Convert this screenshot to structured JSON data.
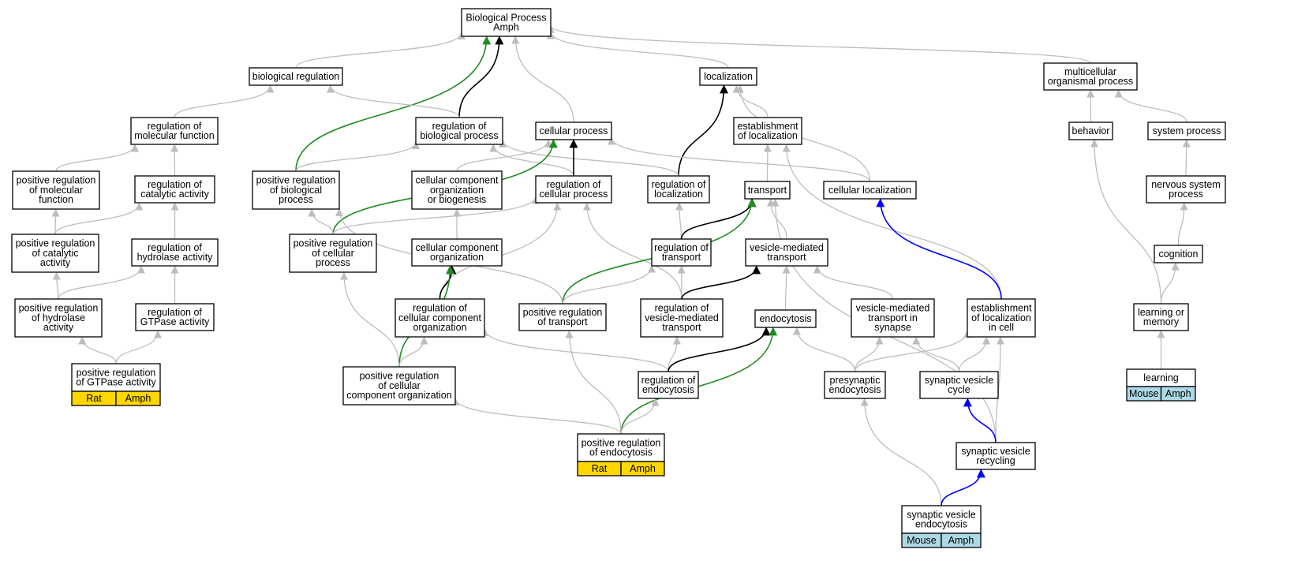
{
  "colors": {
    "is_a_edge": "#bdbdbd",
    "direct_edge": "#000000",
    "positive_edge": "#228b22",
    "member_edge": "#0000ff",
    "rat_tag": "#ffd700",
    "mouse_tag": "#add8e6",
    "amph_gold_tag": "#ffd700",
    "amph_blue_tag": "#add8e6"
  },
  "nodes": [
    {
      "id": "bp",
      "lines": [
        "Biological Process",
        "Amph"
      ]
    },
    {
      "id": "breg",
      "lines": [
        "biological regulation"
      ]
    },
    {
      "id": "loc",
      "lines": [
        "localization"
      ]
    },
    {
      "id": "mop",
      "lines": [
        "multicellular",
        "organismal process"
      ]
    },
    {
      "id": "rmf",
      "lines": [
        "regulation of",
        "molecular function"
      ]
    },
    {
      "id": "rbp",
      "lines": [
        "regulation of",
        "biological process"
      ]
    },
    {
      "id": "cp",
      "lines": [
        "cellular process"
      ]
    },
    {
      "id": "eol",
      "lines": [
        "establishment",
        "of localization"
      ]
    },
    {
      "id": "beh",
      "lines": [
        "behavior"
      ]
    },
    {
      "id": "sp",
      "lines": [
        "system process"
      ]
    },
    {
      "id": "prmf",
      "lines": [
        "positive regulation",
        "of molecular",
        "function"
      ]
    },
    {
      "id": "rca",
      "lines": [
        "regulation of",
        "catalytic activity"
      ]
    },
    {
      "id": "prbp",
      "lines": [
        "positive regulation",
        "of biological",
        "process"
      ]
    },
    {
      "id": "ccob",
      "lines": [
        "cellular component",
        "organization",
        "or biogenesis"
      ]
    },
    {
      "id": "rcp",
      "lines": [
        "regulation of",
        "cellular process"
      ]
    },
    {
      "id": "rloc",
      "lines": [
        "regulation of",
        "localization"
      ]
    },
    {
      "id": "tr",
      "lines": [
        "transport"
      ]
    },
    {
      "id": "cl",
      "lines": [
        "cellular localization"
      ]
    },
    {
      "id": "nsp",
      "lines": [
        "nervous system",
        "process"
      ]
    },
    {
      "id": "prca",
      "lines": [
        "positive regulation",
        "of catalytic",
        "activity"
      ]
    },
    {
      "id": "rha",
      "lines": [
        "regulation of",
        "hydrolase activity"
      ]
    },
    {
      "id": "prcp",
      "lines": [
        "positive regulation",
        "of cellular",
        "process"
      ]
    },
    {
      "id": "cco",
      "lines": [
        "cellular component",
        "organization"
      ]
    },
    {
      "id": "rtr",
      "lines": [
        "regulation of",
        "transport"
      ]
    },
    {
      "id": "vmt",
      "lines": [
        "vesicle-mediated",
        "transport"
      ]
    },
    {
      "id": "cog",
      "lines": [
        "cognition"
      ]
    },
    {
      "id": "prha",
      "lines": [
        "positive regulation",
        "of hydrolase",
        "activity"
      ]
    },
    {
      "id": "rga",
      "lines": [
        "regulation of",
        "GTPase activity"
      ]
    },
    {
      "id": "rcco",
      "lines": [
        "regulation of",
        "cellular component",
        "organization"
      ]
    },
    {
      "id": "prt",
      "lines": [
        "positive regulation",
        "of transport"
      ]
    },
    {
      "id": "rvmt",
      "lines": [
        "regulation of",
        "vesicle-mediated",
        "transport"
      ]
    },
    {
      "id": "endo",
      "lines": [
        "endocytosis"
      ]
    },
    {
      "id": "vmts",
      "lines": [
        "vesicle-mediated",
        "transport in",
        "synapse"
      ]
    },
    {
      "id": "eolc",
      "lines": [
        "establishment",
        "of localization",
        "in cell"
      ]
    },
    {
      "id": "lom",
      "lines": [
        "learning or",
        "memory"
      ]
    },
    {
      "id": "prga",
      "lines": [
        "positive regulation",
        "of GTPase activity"
      ],
      "tags": [
        {
          "text": "Rat",
          "color": "#ffd700"
        },
        {
          "text": "Amph",
          "color": "#ffd700"
        }
      ]
    },
    {
      "id": "prcco",
      "lines": [
        "positive regulation",
        "of cellular",
        "component organization"
      ]
    },
    {
      "id": "rend",
      "lines": [
        "regulation of",
        "endocytosis"
      ]
    },
    {
      "id": "pend",
      "lines": [
        "presynaptic",
        "endocytosis"
      ]
    },
    {
      "id": "svc",
      "lines": [
        "synaptic vesicle",
        "cycle"
      ]
    },
    {
      "id": "lrn",
      "lines": [
        "learning"
      ],
      "tags": [
        {
          "text": "Mouse",
          "color": "#add8e6"
        },
        {
          "text": "Amph",
          "color": "#add8e6"
        }
      ]
    },
    {
      "id": "pre",
      "lines": [
        "positive regulation",
        "of endocytosis"
      ],
      "tags": [
        {
          "text": "Rat",
          "color": "#ffd700"
        },
        {
          "text": "Amph",
          "color": "#ffd700"
        }
      ]
    },
    {
      "id": "svr",
      "lines": [
        "synaptic vesicle",
        "recycling"
      ]
    },
    {
      "id": "sve",
      "lines": [
        "synaptic vesicle",
        "endocytosis"
      ],
      "tags": [
        {
          "text": "Mouse",
          "color": "#add8e6"
        },
        {
          "text": "Amph",
          "color": "#add8e6"
        }
      ]
    }
  ],
  "edges": [
    {
      "from": "breg",
      "to": "bp",
      "kind": "gray"
    },
    {
      "from": "loc",
      "to": "bp",
      "kind": "gray"
    },
    {
      "from": "mop",
      "to": "bp",
      "kind": "gray"
    },
    {
      "from": "cp",
      "to": "bp",
      "kind": "gray"
    },
    {
      "from": "rbp",
      "to": "bp",
      "kind": "black"
    },
    {
      "from": "prbp",
      "to": "bp",
      "kind": "green"
    },
    {
      "from": "rmf",
      "to": "breg",
      "kind": "gray"
    },
    {
      "from": "rbp",
      "to": "breg",
      "kind": "gray"
    },
    {
      "from": "eol",
      "to": "loc",
      "kind": "gray"
    },
    {
      "from": "cl",
      "to": "loc",
      "kind": "gray"
    },
    {
      "from": "rloc",
      "to": "loc",
      "kind": "black"
    },
    {
      "from": "beh",
      "to": "mop",
      "kind": "gray"
    },
    {
      "from": "sp",
      "to": "mop",
      "kind": "gray"
    },
    {
      "from": "prmf",
      "to": "rmf",
      "kind": "gray"
    },
    {
      "from": "rca",
      "to": "rmf",
      "kind": "gray"
    },
    {
      "from": "prbp",
      "to": "rbp",
      "kind": "gray"
    },
    {
      "from": "rcp",
      "to": "rbp",
      "kind": "gray"
    },
    {
      "from": "rloc",
      "to": "rbp",
      "kind": "gray"
    },
    {
      "from": "ccob",
      "to": "cp",
      "kind": "gray"
    },
    {
      "from": "cl",
      "to": "cp",
      "kind": "gray"
    },
    {
      "from": "rcp",
      "to": "cp",
      "kind": "black"
    },
    {
      "from": "prcp",
      "to": "cp",
      "kind": "green"
    },
    {
      "from": "tr",
      "to": "eol",
      "kind": "gray"
    },
    {
      "from": "eolc",
      "to": "eol",
      "kind": "gray"
    },
    {
      "from": "lom",
      "to": "beh",
      "kind": "gray"
    },
    {
      "from": "nsp",
      "to": "sp",
      "kind": "gray"
    },
    {
      "from": "prca",
      "to": "prmf",
      "kind": "gray"
    },
    {
      "from": "prca",
      "to": "rca",
      "kind": "gray"
    },
    {
      "from": "rha",
      "to": "rca",
      "kind": "gray"
    },
    {
      "from": "prcp",
      "to": "prbp",
      "kind": "gray"
    },
    {
      "from": "prt",
      "to": "prbp",
      "kind": "gray"
    },
    {
      "from": "cco",
      "to": "ccob",
      "kind": "gray"
    },
    {
      "from": "prcp",
      "to": "rcp",
      "kind": "gray"
    },
    {
      "from": "rcco",
      "to": "rcp",
      "kind": "gray"
    },
    {
      "from": "rvmt",
      "to": "rcp",
      "kind": "gray"
    },
    {
      "from": "rtr",
      "to": "rloc",
      "kind": "gray"
    },
    {
      "from": "vmt",
      "to": "tr",
      "kind": "gray"
    },
    {
      "from": "svr",
      "to": "tr",
      "kind": "gray"
    },
    {
      "from": "rtr",
      "to": "tr",
      "kind": "black"
    },
    {
      "from": "prt",
      "to": "tr",
      "kind": "green"
    },
    {
      "from": "eolc",
      "to": "cl",
      "kind": "blue"
    },
    {
      "from": "cog",
      "to": "nsp",
      "kind": "gray"
    },
    {
      "from": "prha",
      "to": "prca",
      "kind": "gray"
    },
    {
      "from": "prha",
      "to": "rha",
      "kind": "gray"
    },
    {
      "from": "rga",
      "to": "rha",
      "kind": "gray"
    },
    {
      "from": "prcco",
      "to": "prcp",
      "kind": "gray"
    },
    {
      "from": "rcco",
      "to": "cco",
      "kind": "black"
    },
    {
      "from": "prcco",
      "to": "cco",
      "kind": "green"
    },
    {
      "from": "prt",
      "to": "rtr",
      "kind": "gray"
    },
    {
      "from": "rvmt",
      "to": "rtr",
      "kind": "gray"
    },
    {
      "from": "endo",
      "to": "vmt",
      "kind": "gray"
    },
    {
      "from": "vmts",
      "to": "vmt",
      "kind": "gray"
    },
    {
      "from": "rvmt",
      "to": "vmt",
      "kind": "black"
    },
    {
      "from": "lom",
      "to": "cog",
      "kind": "gray"
    },
    {
      "from": "prga",
      "to": "prha",
      "kind": "gray"
    },
    {
      "from": "prga",
      "to": "rga",
      "kind": "gray"
    },
    {
      "from": "prcco",
      "to": "rcco",
      "kind": "gray"
    },
    {
      "from": "rend",
      "to": "rcco",
      "kind": "gray"
    },
    {
      "from": "pre",
      "to": "prt",
      "kind": "gray"
    },
    {
      "from": "rend",
      "to": "rvmt",
      "kind": "gray"
    },
    {
      "from": "pend",
      "to": "endo",
      "kind": "gray"
    },
    {
      "from": "rend",
      "to": "endo",
      "kind": "black"
    },
    {
      "from": "pre",
      "to": "endo",
      "kind": "green"
    },
    {
      "from": "pend",
      "to": "vmts",
      "kind": "gray"
    },
    {
      "from": "svc",
      "to": "vmts",
      "kind": "gray"
    },
    {
      "from": "pend",
      "to": "eolc",
      "kind": "gray"
    },
    {
      "from": "svc",
      "to": "eolc",
      "kind": "gray"
    },
    {
      "from": "svr",
      "to": "eolc",
      "kind": "gray"
    },
    {
      "from": "lrn",
      "to": "lom",
      "kind": "gray"
    },
    {
      "from": "pre",
      "to": "prcco",
      "kind": "gray"
    },
    {
      "from": "pre",
      "to": "rend",
      "kind": "gray"
    },
    {
      "from": "sve",
      "to": "pend",
      "kind": "gray"
    },
    {
      "from": "svr",
      "to": "svc",
      "kind": "blue"
    },
    {
      "from": "sve",
      "to": "svr",
      "kind": "blue"
    }
  ]
}
